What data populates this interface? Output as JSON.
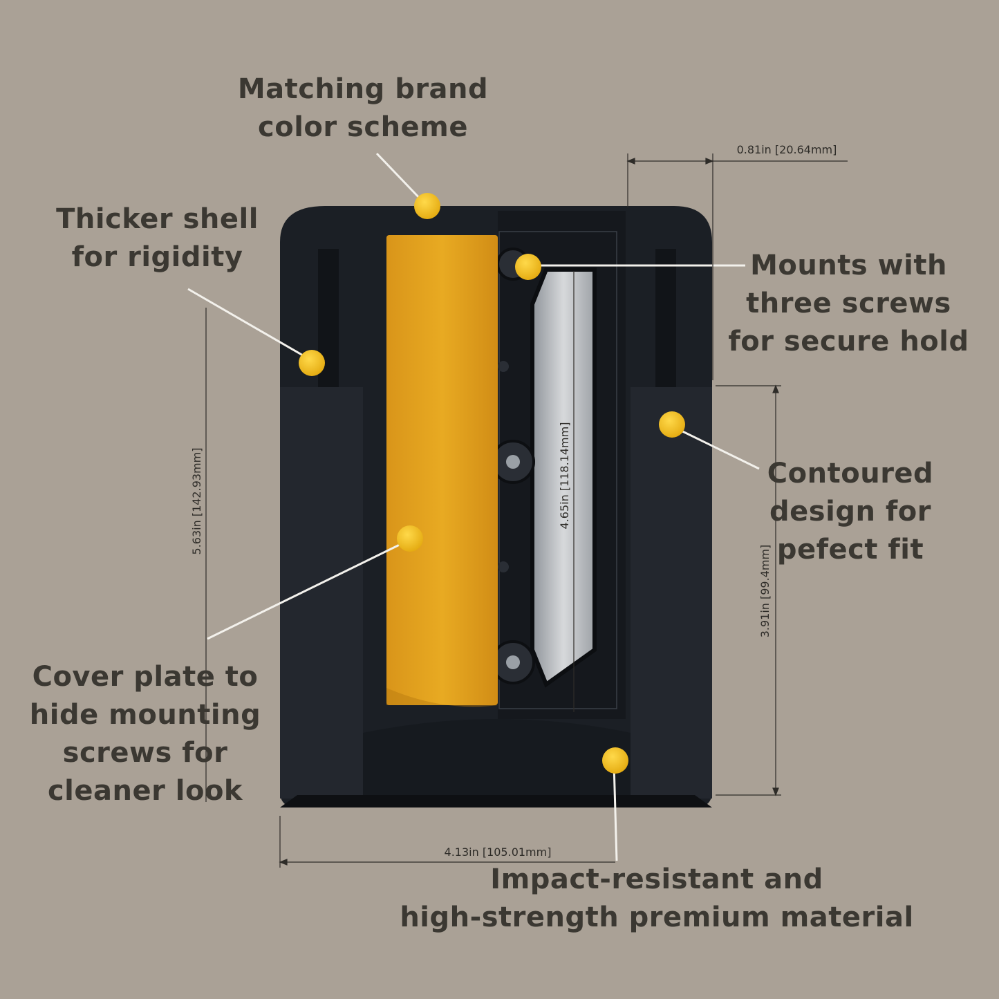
{
  "callouts": {
    "brand_color": [
      "Matching brand",
      "color scheme"
    ],
    "thicker_shell": [
      "Thicker shell",
      "for rigidity"
    ],
    "three_screws": [
      "Mounts with",
      "three screws",
      "for secure hold"
    ],
    "contoured": [
      "Contoured",
      "design for",
      "pefect fit"
    ],
    "cover_plate": [
      "Cover plate to",
      "hide mounting",
      "screws for",
      "cleaner look"
    ],
    "impact": [
      "Impact-resistant and",
      "high-strength premium material"
    ]
  },
  "dimensions": {
    "depth": "0.81in [20.64mm]",
    "total_height": "5.63in [142.93mm]",
    "inner_height": "4.65in [118.14mm]",
    "lower_height": "3.91in [99.4mm]",
    "width": "4.13in [105.01mm]"
  },
  "colors": {
    "background": "#aaa196",
    "holder": "#1b1f25",
    "cover_plate": "#e0a21c",
    "marker": "#f1c21f",
    "text": "#3b3832"
  }
}
